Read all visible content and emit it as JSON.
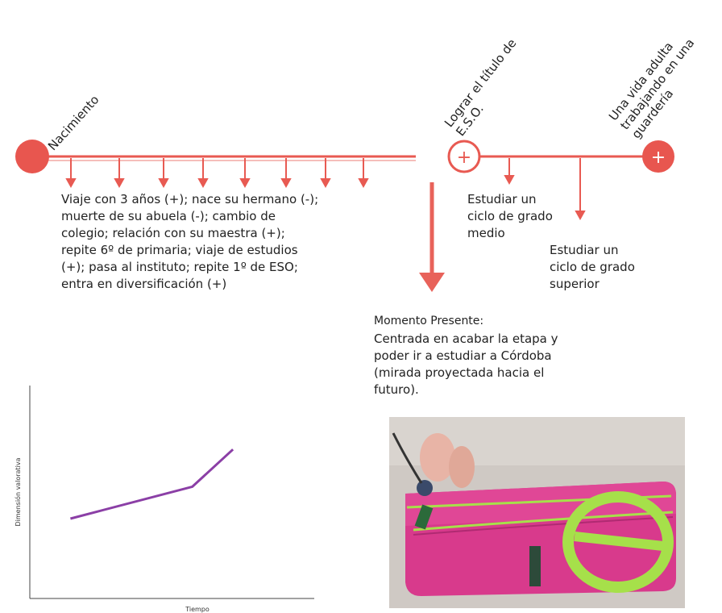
{
  "timeline": {
    "milestones": {
      "birth": "Nacimiento",
      "eso": "Lograr el título de\nE.S.O.",
      "adult": "Una vida adulta\ntrabajando en una\nguardería"
    },
    "past_events": "Viaje con 3 años (+); nace su hermano (-);\nmuerte de su abuela (-); cambio de\ncolegio; relación con su maestra (+);\nrepite 6º de primaria; viaje de estudios\n(+); pasa al instituto; repite 1º de ESO;\nentra en diversificación (+)",
    "future_step_1": "Estudiar un\nciclo de grado\nmedio",
    "future_step_2": "Estudiar un\nciclo de grado\nsuperior",
    "present_title": "Momento Presente:",
    "present_text": "Centrada en acabar la etapa y\npoder ir a estudiar a Córdoba\n(mirada proyectada hacia el\nfuturo).",
    "plus_symbol": "+",
    "colors": {
      "line": "#e85a52",
      "node": "#e8564f",
      "arrow": "#e8625a"
    }
  },
  "chart_data": {
    "type": "line",
    "xlabel": "Tiempo",
    "ylabel": "Dimensión valorativa",
    "series": [
      {
        "color": "#8b3fa6",
        "x": [
          0,
          6,
          8
        ],
        "y": [
          3.0,
          4.2,
          5.6
        ]
      }
    ],
    "xlim": [
      -2,
      12
    ],
    "ylim": [
      0,
      8
    ]
  },
  "photo": {
    "icon": "pencil-case-photo",
    "colors": {
      "bg": "#cfc9c4",
      "body": "#d83a8c",
      "accent": "#a6e04a"
    }
  }
}
